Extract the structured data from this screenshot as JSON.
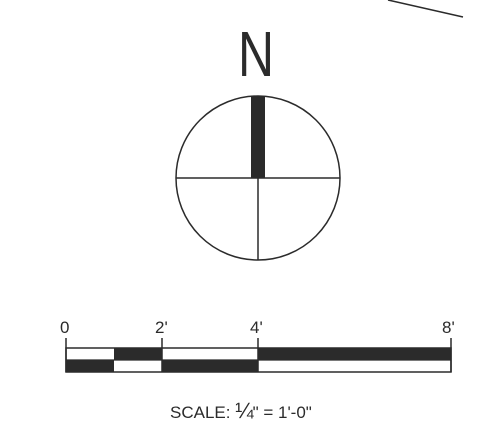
{
  "north_arrow": {
    "letter": "N"
  },
  "scale_bar": {
    "tick_labels": [
      "0",
      "2'",
      "4'",
      "8'"
    ],
    "caption_prefix": "SCALE:",
    "caption_fraction": "¼",
    "caption_suffix": "\" = 1'-0\""
  },
  "colors": {
    "ink": "#2b2b2b",
    "background": "#ffffff"
  }
}
